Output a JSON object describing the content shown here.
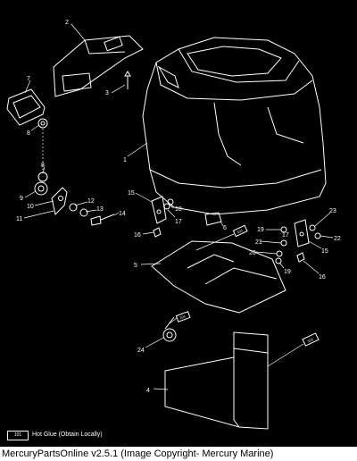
{
  "diagram": {
    "callouts": [
      {
        "id": "c1",
        "text": "1"
      },
      {
        "id": "c2",
        "text": "2"
      },
      {
        "id": "c3",
        "text": "3"
      },
      {
        "id": "c4",
        "text": "4"
      },
      {
        "id": "c5",
        "text": "5"
      },
      {
        "id": "c6",
        "text": "6"
      },
      {
        "id": "c7",
        "text": "7"
      },
      {
        "id": "c8a",
        "text": "8"
      },
      {
        "id": "c8b",
        "text": "8"
      },
      {
        "id": "c9",
        "text": "9"
      },
      {
        "id": "c10",
        "text": "10"
      },
      {
        "id": "c11",
        "text": "11"
      },
      {
        "id": "c12",
        "text": "12"
      },
      {
        "id": "c13",
        "text": "13"
      },
      {
        "id": "c14",
        "text": "14"
      },
      {
        "id": "c15a",
        "text": "15"
      },
      {
        "id": "c15b",
        "text": "15"
      },
      {
        "id": "c16a",
        "text": "16"
      },
      {
        "id": "c16b",
        "text": "16"
      },
      {
        "id": "c17a",
        "text": "17"
      },
      {
        "id": "c17b",
        "text": "17"
      },
      {
        "id": "c18",
        "text": "18"
      },
      {
        "id": "c19a",
        "text": "19"
      },
      {
        "id": "c19b",
        "text": "19"
      },
      {
        "id": "c20",
        "text": "20"
      },
      {
        "id": "c21",
        "text": "21"
      },
      {
        "id": "c22",
        "text": "22"
      },
      {
        "id": "c23",
        "text": "23"
      },
      {
        "id": "c24",
        "text": "24"
      }
    ],
    "glue_tags": [
      "101",
      "101",
      "101"
    ],
    "legend": {
      "code": "101",
      "text": "Hot Glue (Obtain Locally)"
    }
  },
  "caption": "MercuryPartsOnline v2.5.1 (Image Copyright- Mercury Marine)",
  "colors": {
    "background": "#000000",
    "lines": "#ffffff",
    "caption_bg": "#ffffff",
    "caption_text": "#000000"
  }
}
